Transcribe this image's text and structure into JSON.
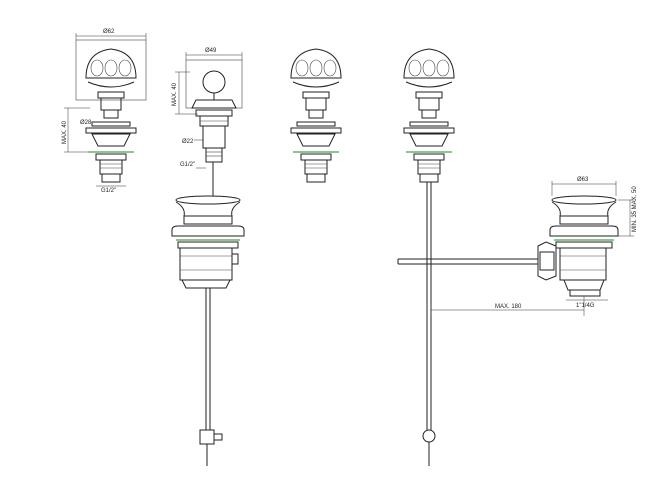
{
  "drawing": {
    "labels": {
      "diam_62": "Ø62",
      "diam_28": "Ø28",
      "max_40_a": "MAX. 40",
      "g_half_a": "G1/2\"",
      "diam_49": "Ø49",
      "max_40_b": "MAX. 40",
      "diam_22": "Ø22",
      "g_half_b": "G1/2\"",
      "diam_63": "Ø63",
      "min_max": "MIN. 35 MAX. 50",
      "g_1_14": "1\"1/4G",
      "max_180": "MAX. 180"
    },
    "colors": {
      "line": "#222222",
      "accent": "#4aa04a"
    }
  }
}
